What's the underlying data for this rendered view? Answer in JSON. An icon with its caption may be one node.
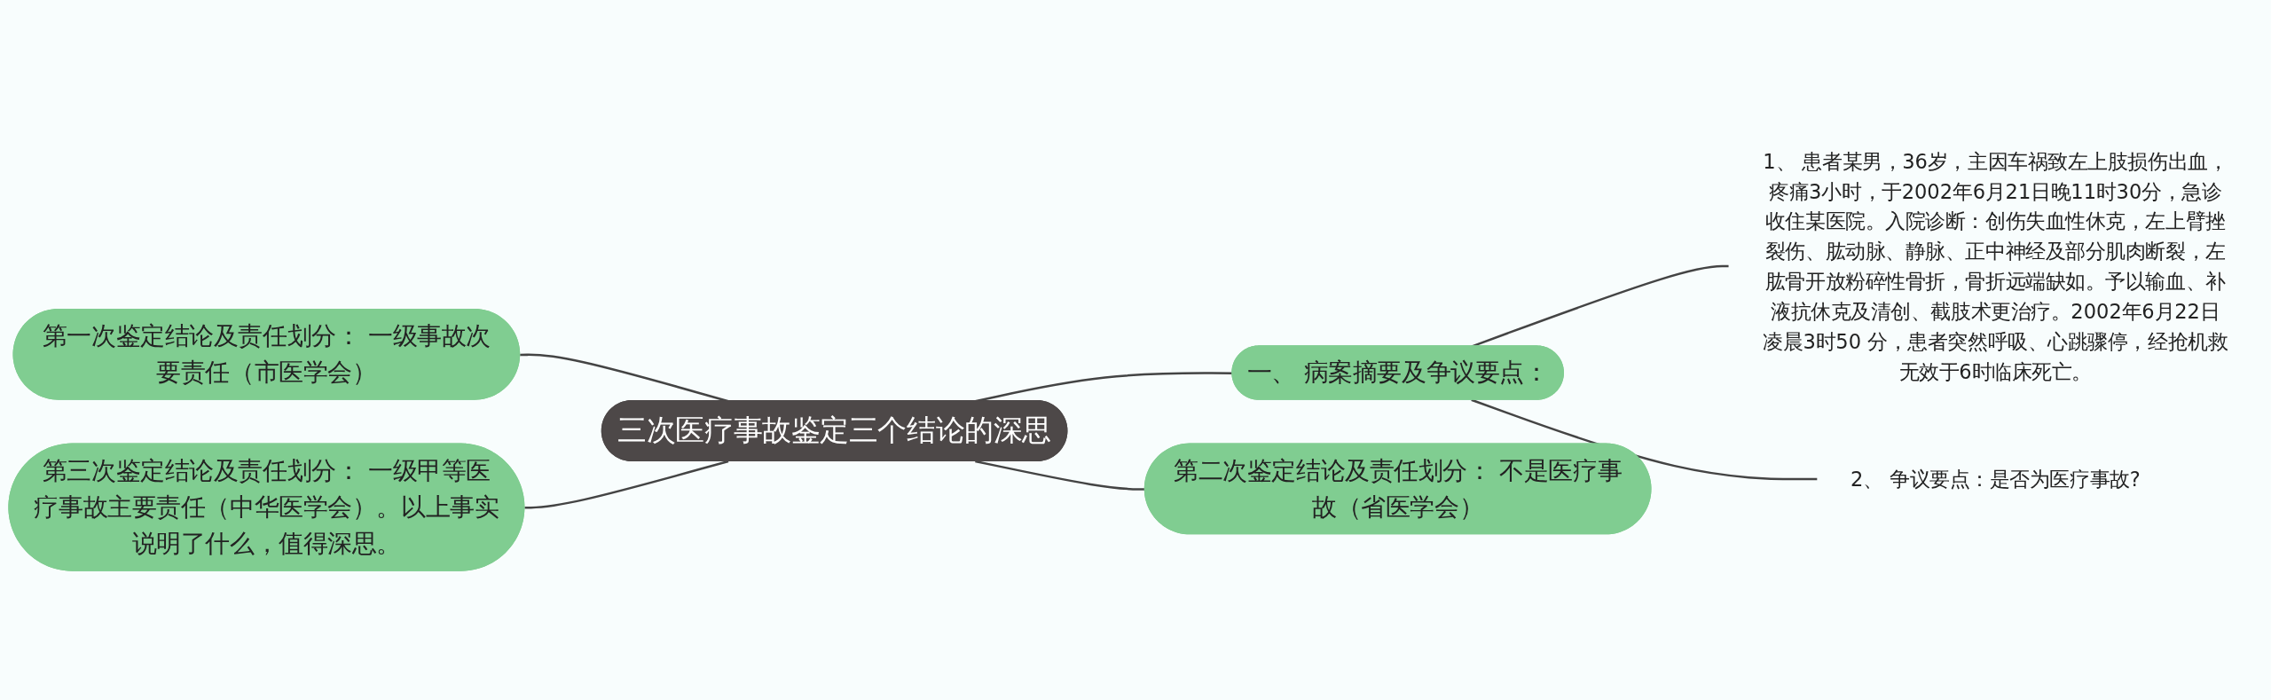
{
  "diagram": {
    "nodes": [
      {
        "text": [
          "三次医疗事故鉴定三个结论的深思"
        ]
      },
      {
        "text": [
          "一、 病案摘要及争议要点："
        ]
      },
      {
        "text": [
          "1、 患者某男，36岁，主因车祸致左上肢损伤出血，疼痛3小时，于2002年6月21日晚11时30分，急诊收住某医院。入院诊断：创伤失血性休克，左上臂挫裂伤、肱动脉、静脉、正中神经及部分肌肉断裂，左肱骨开放粉碎性骨折，骨折远端缺如。予以输血、补液抗休克及清创、截肢术更治疗。2002年6月22日凌晨3时50 分，患者突然呼吸、心跳骤停，经抢机救无效于6时临床死亡。"
        ]
      },
      {
        "text": [
          "2、 争议要点：是否为医疗事故?"
        ]
      },
      {
        "text": [
          "第二次鉴定结论及责任划分： 不是医疗事故（省医学会）"
        ]
      },
      {
        "text": [
          "第一次鉴定结论及责任划分： 一级事故次要责任（市医学会）"
        ]
      },
      {
        "text": [
          "第三次鉴定结论及责任划分： 一级甲等医疗事故主要责任（中华医学会）。以上事实说明了什么，值得深思。"
        ]
      }
    ],
    "edges": [
      {
        "from": 5,
        "to": 0,
        "arrow": "none"
      },
      {
        "from": 6,
        "to": 0,
        "arrow": "none"
      },
      {
        "from": 0,
        "to": 1,
        "arrow": "none"
      },
      {
        "from": 0,
        "to": 4,
        "arrow": "none"
      },
      {
        "from": 1,
        "to": 2,
        "arrow": "none"
      },
      {
        "from": 1,
        "to": 3,
        "arrow": "none"
      }
    ]
  }
}
